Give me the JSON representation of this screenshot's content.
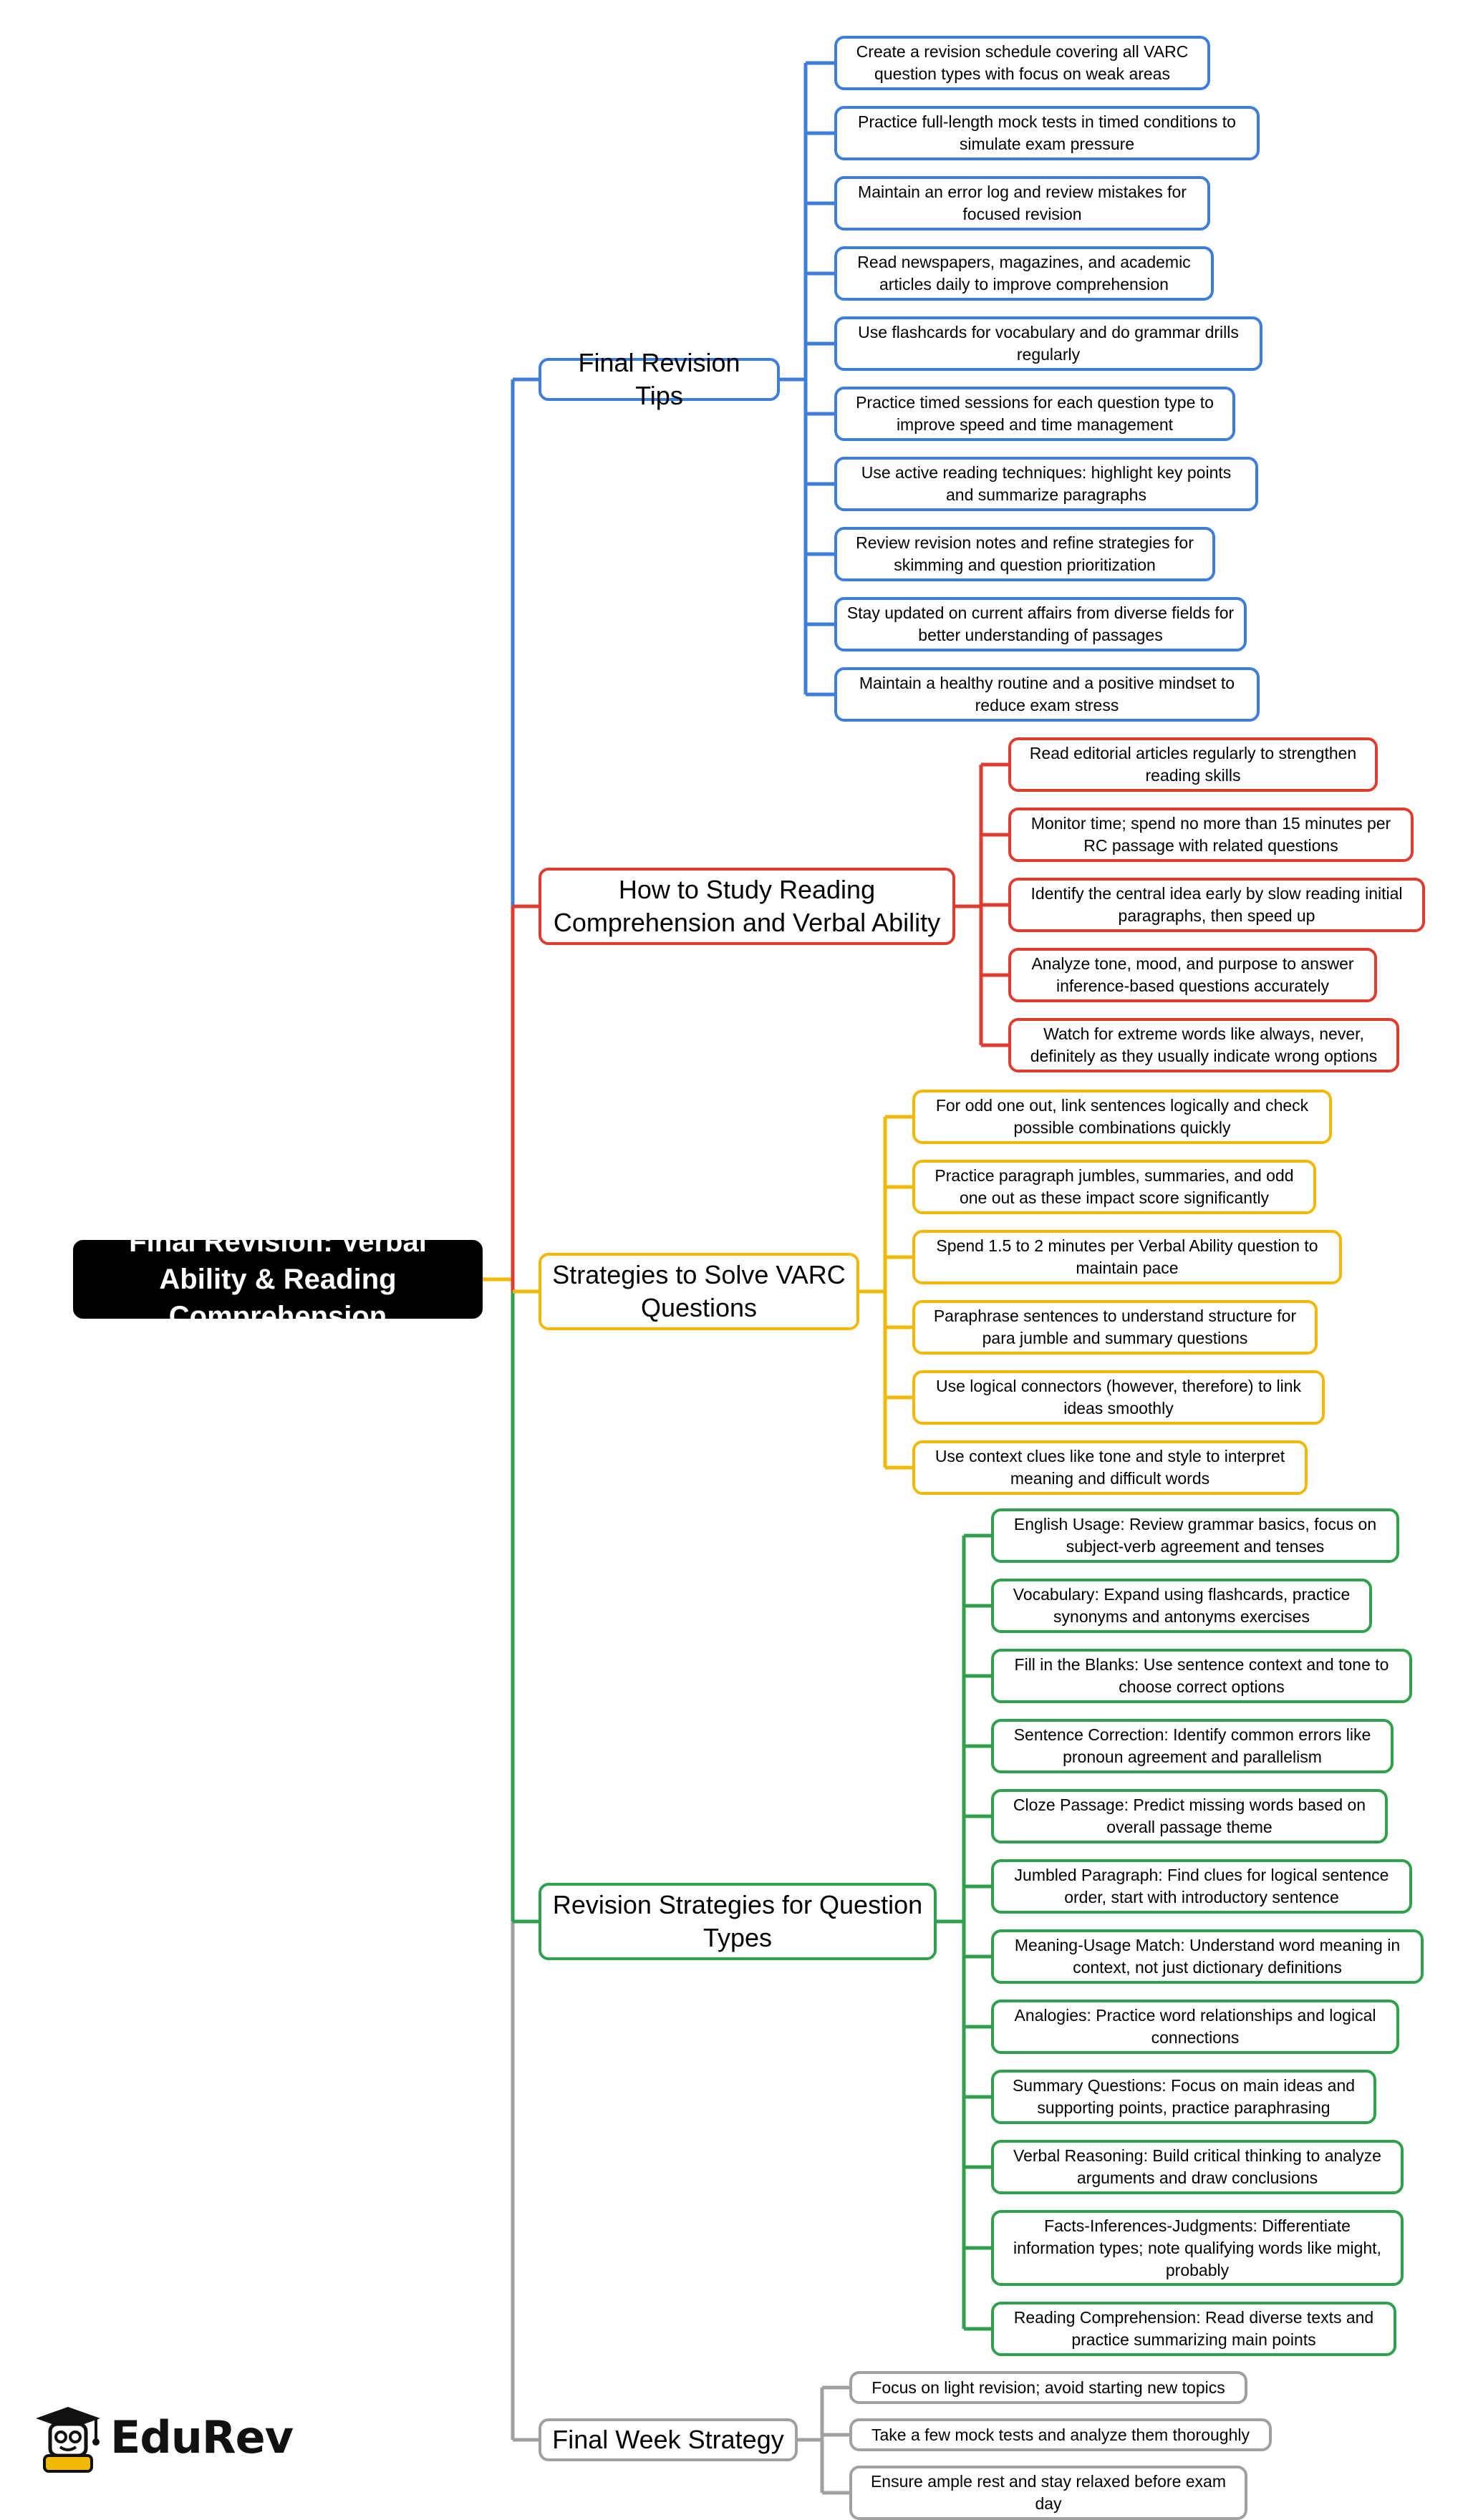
{
  "root": {
    "title": "Final Revision: Verbal Ability & Reading Comprehension"
  },
  "colors": {
    "blue": "#3d7ddc",
    "red": "#e13b2f",
    "yellow": "#f2b806",
    "green": "#2fa04b",
    "gray": "#a0a0a0"
  },
  "branches": [
    {
      "title": "Final Revision Tips",
      "color": "blue",
      "items": [
        "Create a revision schedule covering all VARC question types with focus on weak areas",
        "Practice full-length mock tests in timed conditions to simulate exam pressure",
        "Maintain an error log and review mistakes for focused revision",
        "Read newspapers, magazines, and academic articles daily to improve comprehension",
        "Use flashcards for vocabulary and do grammar drills regularly",
        "Practice timed sessions for each question type to improve speed and time management",
        "Use active reading techniques: highlight key points and summarize paragraphs",
        "Review revision notes and refine strategies for skimming and question prioritization",
        "Stay updated on current affairs from diverse fields for better understanding of passages",
        "Maintain a healthy routine and a positive mindset to reduce exam stress"
      ]
    },
    {
      "title": "How to Study Reading Comprehension and Verbal Ability",
      "color": "red",
      "items": [
        "Read editorial articles regularly to strengthen reading skills",
        "Monitor time; spend no more than 15 minutes per RC passage with related questions",
        "Identify the central idea early by slow reading initial paragraphs, then speed up",
        "Analyze tone, mood, and purpose to answer inference-based questions accurately",
        "Watch for extreme words like always, never, definitely as they usually indicate wrong options"
      ]
    },
    {
      "title": "Strategies to Solve VARC Questions",
      "color": "yellow",
      "items": [
        "For odd one out, link sentences logically and check possible combinations quickly",
        "Practice paragraph jumbles, summaries, and odd one out as these impact score significantly",
        "Spend 1.5 to 2 minutes per Verbal Ability question to maintain pace",
        "Paraphrase sentences to understand structure for para jumble and summary questions",
        "Use logical connectors (however, therefore) to link ideas smoothly",
        "Use context clues like tone and style to interpret meaning and difficult words"
      ]
    },
    {
      "title": "Revision Strategies for Question Types",
      "color": "green",
      "items": [
        "English Usage: Review grammar basics, focus on subject-verb agreement and tenses",
        "Vocabulary: Expand using flashcards, practice synonyms and antonyms exercises",
        "Fill in the Blanks: Use sentence context and tone to choose correct options",
        "Sentence Correction: Identify common errors like pronoun agreement and parallelism",
        "Cloze Passage: Predict missing words based on overall passage theme",
        "Jumbled Paragraph: Find clues for logical sentence order, start with introductory sentence",
        "Meaning-Usage Match: Understand word meaning in context, not just dictionary definitions",
        "Analogies: Practice word relationships and logical connections",
        "Summary Questions: Focus on main ideas and supporting points, practice paraphrasing",
        "Verbal Reasoning: Build critical thinking to analyze arguments and draw conclusions",
        "Facts-Inferences-Judgments: Differentiate information types; note qualifying words like might, probably",
        "Reading Comprehension: Read diverse texts and practice summarizing main points"
      ]
    },
    {
      "title": "Final Week Strategy",
      "color": "gray",
      "items": [
        "Focus on light revision; avoid starting new topics",
        "Take a few mock tests and analyze them thoroughly",
        "Ensure ample rest and stay relaxed before exam day"
      ]
    }
  ],
  "logo": {
    "text": "EduRev",
    "icon": "graduate-mascot-icon"
  }
}
